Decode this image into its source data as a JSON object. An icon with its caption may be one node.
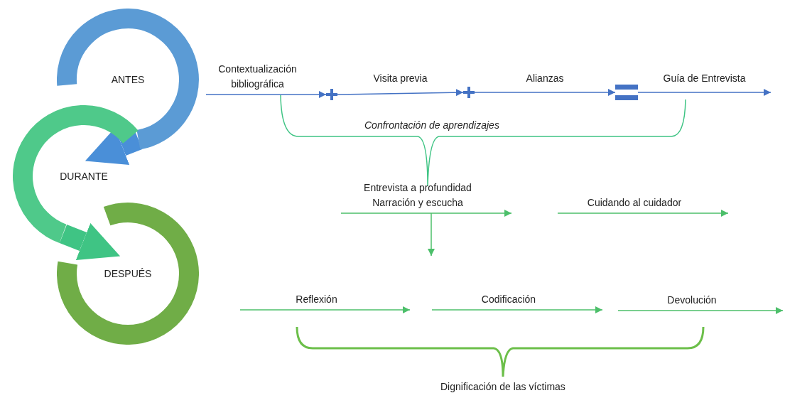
{
  "diagram": {
    "nodes": [
      {
        "text": [
          "ANTES"
        ]
      },
      {
        "text": [
          "DURANTE"
        ]
      },
      {
        "text": [
          "DESPUÉS"
        ]
      },
      {
        "text": [
          "Contextualización bibliográfica"
        ]
      },
      {
        "text": [],
        "shape": "plus"
      },
      {
        "text": [],
        "shape": "plus"
      },
      {
        "text": [],
        "shape": "equals"
      },
      {
        "text": [
          "Entrevista a profundidad",
          "Narración y escucha"
        ]
      },
      {
        "text": [
          "Cuidando al cuidador"
        ]
      },
      {
        "text": [
          "Reflexión"
        ]
      },
      {
        "text": [
          "Codificación"
        ]
      },
      {
        "text": [
          "Devolución"
        ]
      }
    ],
    "edges": [
      {
        "from": 0,
        "to": 1,
        "arrow": "to",
        "style": "thick",
        "color": "#4a8fd8"
      },
      {
        "from": 1,
        "to": 2,
        "arrow": "to",
        "style": "thick",
        "color": "#3fc484"
      },
      {
        "from": 3,
        "to": 4,
        "arrow": "to",
        "color": "#4472c4"
      },
      {
        "from": 4,
        "to": 5,
        "arrow": "to",
        "label": "Visita previa",
        "color": "#4472c4"
      },
      {
        "from": 5,
        "to": 6,
        "arrow": "to",
        "label": "Alianzas",
        "color": "#4472c4"
      },
      {
        "from": 6,
        "to": null,
        "arrow": "to",
        "label": "Guía de Entrevista",
        "color": "#4472c4"
      },
      {
        "from": 7,
        "to": null,
        "arrow": "to"
      },
      {
        "from": 7,
        "to": null,
        "arrow": "to"
      },
      {
        "from": 8,
        "to": null,
        "arrow": "to"
      },
      {
        "from": 9,
        "to": null,
        "arrow": "to"
      },
      {
        "from": 10,
        "to": null,
        "arrow": "to"
      },
      {
        "from": 11,
        "to": null,
        "arrow": "to"
      }
    ],
    "labels": [
      "Confrontación de aprendizajes",
      "Dignificación de las víctimas"
    ]
  }
}
